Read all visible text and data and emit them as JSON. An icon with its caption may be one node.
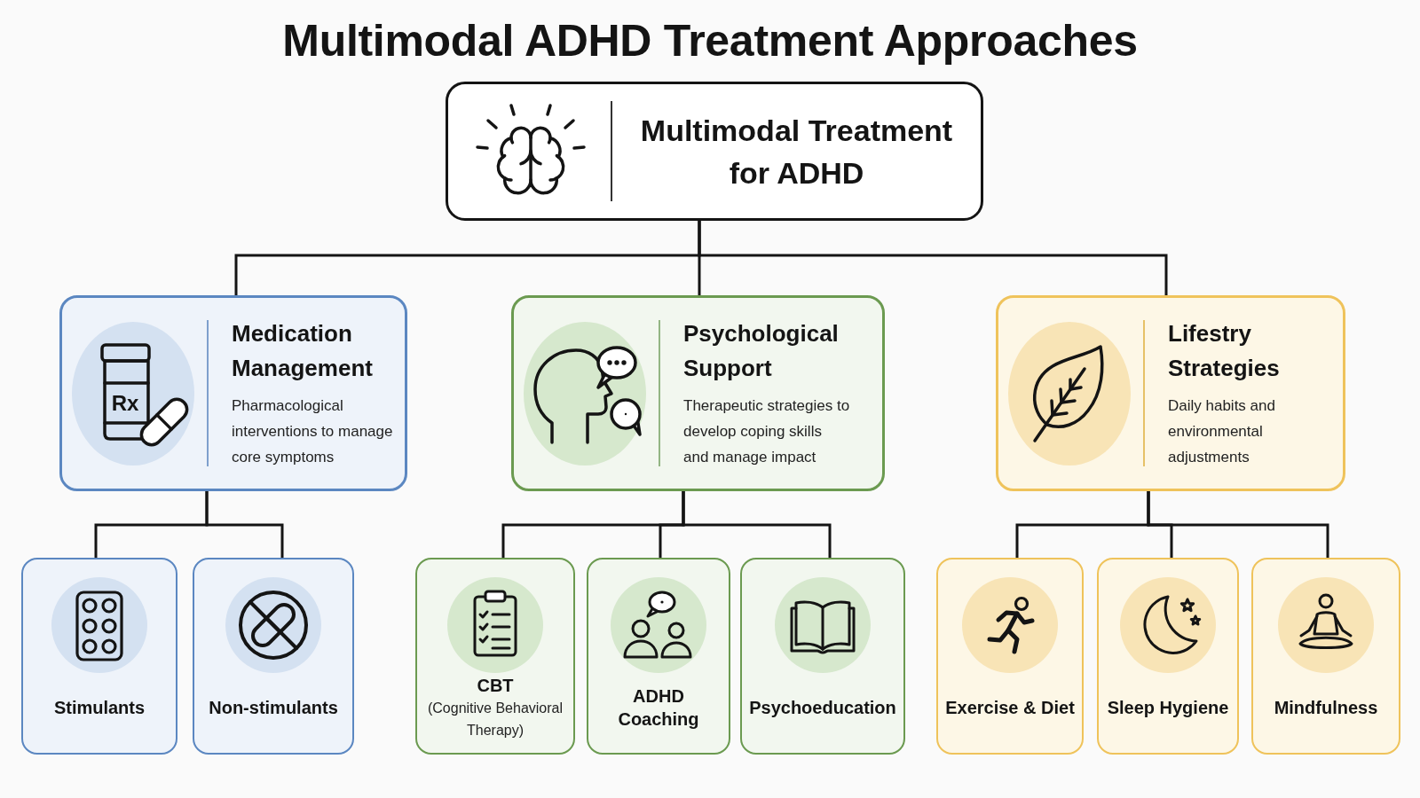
{
  "diagram": {
    "title": "Multimodal ADHD Treatment Approaches",
    "nodes": [
      {
        "text": [
          "Multimodal Treatment for ADHD"
        ]
      },
      {
        "text": [
          "Medication Management",
          "Pharmacological interventions to manage core symptoms"
        ]
      },
      {
        "text": [
          "Psychological Support",
          "Therapeutic strategies to develop coping skills and manage impact"
        ]
      },
      {
        "text": [
          "Lifestry Strategies",
          "Daily habits and environmental adjustments"
        ]
      },
      {
        "text": [
          "Stimulants"
        ]
      },
      {
        "text": [
          "Non-stimulants"
        ]
      },
      {
        "text": [
          "CBT",
          "(Cognitive Behavioral Therapy)"
        ]
      },
      {
        "text": [
          "ADHD Coaching"
        ]
      },
      {
        "text": [
          "Psychoeducation"
        ]
      },
      {
        "text": [
          "Exercise & Diet"
        ]
      },
      {
        "text": [
          "Sleep Hygiene"
        ]
      },
      {
        "text": [
          "Mindfulness"
        ]
      }
    ],
    "edges": [
      {
        "from": 0,
        "to": 1,
        "arrow": "none"
      },
      {
        "from": 0,
        "to": 2,
        "arrow": "none"
      },
      {
        "from": 0,
        "to": 3,
        "arrow": "none"
      },
      {
        "from": 1,
        "to": 4,
        "arrow": "none"
      },
      {
        "from": 1,
        "to": 5,
        "arrow": "none"
      },
      {
        "from": 2,
        "to": 6,
        "arrow": "none"
      },
      {
        "from": 2,
        "to": 7,
        "arrow": "none"
      },
      {
        "from": 2,
        "to": 8,
        "arrow": "none"
      },
      {
        "from": 3,
        "to": 9,
        "arrow": "none"
      },
      {
        "from": 3,
        "to": 10,
        "arrow": "none"
      },
      {
        "from": 3,
        "to": 11,
        "arrow": "none"
      }
    ],
    "labels": [
      "Rx"
    ]
  }
}
